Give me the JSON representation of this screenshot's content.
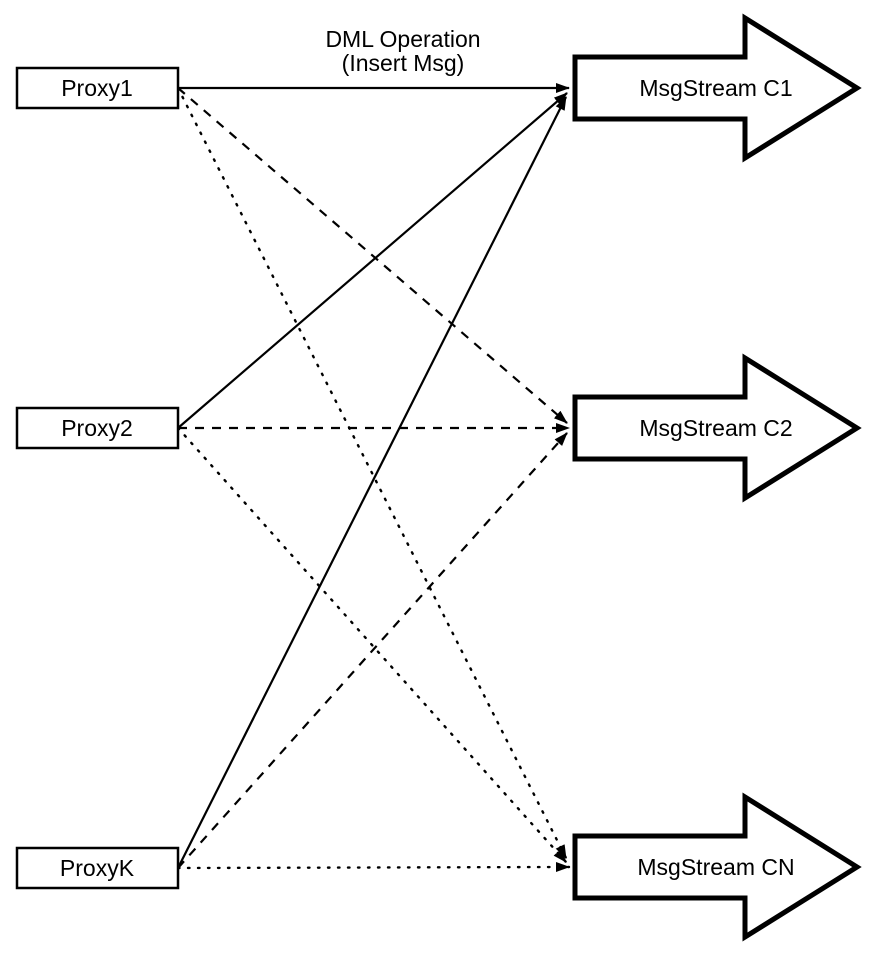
{
  "diagram": {
    "title": {
      "line1": "DML Operation",
      "line2": "(Insert Msg)"
    },
    "proxies": [
      {
        "id": "proxy1",
        "label": "Proxy1"
      },
      {
        "id": "proxy2",
        "label": "Proxy2"
      },
      {
        "id": "proxyk",
        "label": "ProxyK"
      }
    ],
    "streams": [
      {
        "id": "c1",
        "label": "MsgStream C1"
      },
      {
        "id": "c2",
        "label": "MsgStream C2"
      },
      {
        "id": "cn",
        "label": "MsgStream CN"
      }
    ],
    "edges": [
      {
        "from": "Proxy1",
        "to": "MsgStream C1",
        "style": "solid"
      },
      {
        "from": "Proxy2",
        "to": "MsgStream C1",
        "style": "solid"
      },
      {
        "from": "ProxyK",
        "to": "MsgStream C1",
        "style": "solid"
      },
      {
        "from": "Proxy1",
        "to": "MsgStream C2",
        "style": "dashed"
      },
      {
        "from": "Proxy2",
        "to": "MsgStream C2",
        "style": "dashed"
      },
      {
        "from": "ProxyK",
        "to": "MsgStream C2",
        "style": "dashed"
      },
      {
        "from": "Proxy1",
        "to": "MsgStream CN",
        "style": "dotted"
      },
      {
        "from": "Proxy2",
        "to": "MsgStream CN",
        "style": "dotted"
      },
      {
        "from": "ProxyK",
        "to": "MsgStream CN",
        "style": "dotted"
      }
    ],
    "colors": {
      "line": "#000000",
      "shape_fill": "#ffffff",
      "text": "#000000",
      "background": "#ffffff"
    }
  }
}
